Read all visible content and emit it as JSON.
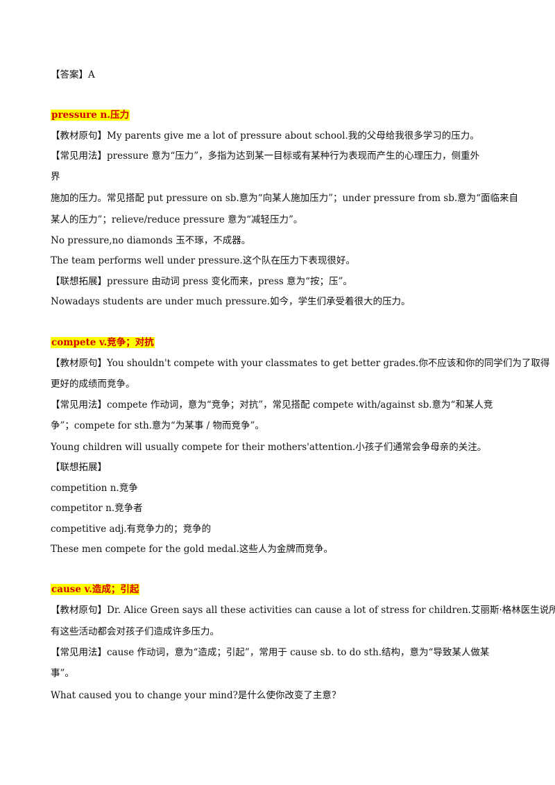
{
  "answer": "【答案】A",
  "sections": [
    {
      "heading": "pressure    n.压力",
      "lines": [
        "【教材原句】My parents give me a lot of pressure  about school.我的父母给我很多学习的压力。",
        "【常见用法】pressure  意为“压力”，多指为达到某一目标或有某种行为表现而产生的心理压力，侧重外",
        "界",
        "施加的压力。常见搭配  put pressure on sb.意为“向某人施加压力”；under pressure from sb.意为“面临来自",
        "某人的压力”；relieve/reduce pressure 意为“减轻压力”。",
        "No pressure,no diamonds 玉不琢，不成器。",
        "The team performs well under pressure.这个队在压力下表现很好。",
        "【联想拓展】pressure  由动词 press  变化而来，press 意为“按；压”。",
        "Nowadays students  are under much  pressure.如今，学生们承受着很大的压力。"
      ]
    },
    {
      "heading": "compete    v.竞争；对抗",
      "lines": [
        "【教材原句】You shouldn't compete with your  classmates to get better grades.你不应该和你的同学们为了取得",
        "更好的成绩而竞争。",
        "【常见用法】compete  作动词，意为“竞争；对抗”，常见搭配  compete with/against sb.意为“和某人竞",
        "争”；compete for sth.意为“为某事 / 物而竞争”。",
        "Young children will usually compete for their  mothers'attention.小孩子们通常会争母亲的关注。",
        "【联想拓展】",
        "competition n.竞争",
        "competitor n.竞争者",
        "competitive adj.有竞争力的；竞争的",
        "These men compete  for the gold medal.这些人为金牌而竞争。"
      ]
    },
    {
      "heading": "cause    v.造成；引起",
      "lines": [
        "【教材原句】Dr. Alice Green says all these activities  can cause a lot of stress for children.艾丽斯·格林医生说所",
        "有这些活动都会对孩子们造成许多压力。",
        "【常见用法】cause  作动词，意为“造成；引起”，常用于 cause sb. to do sth.结构，意为“导致某人做某",
        "事”。",
        "What caused you to change your mind?是什么使你改变了主意？"
      ]
    }
  ]
}
